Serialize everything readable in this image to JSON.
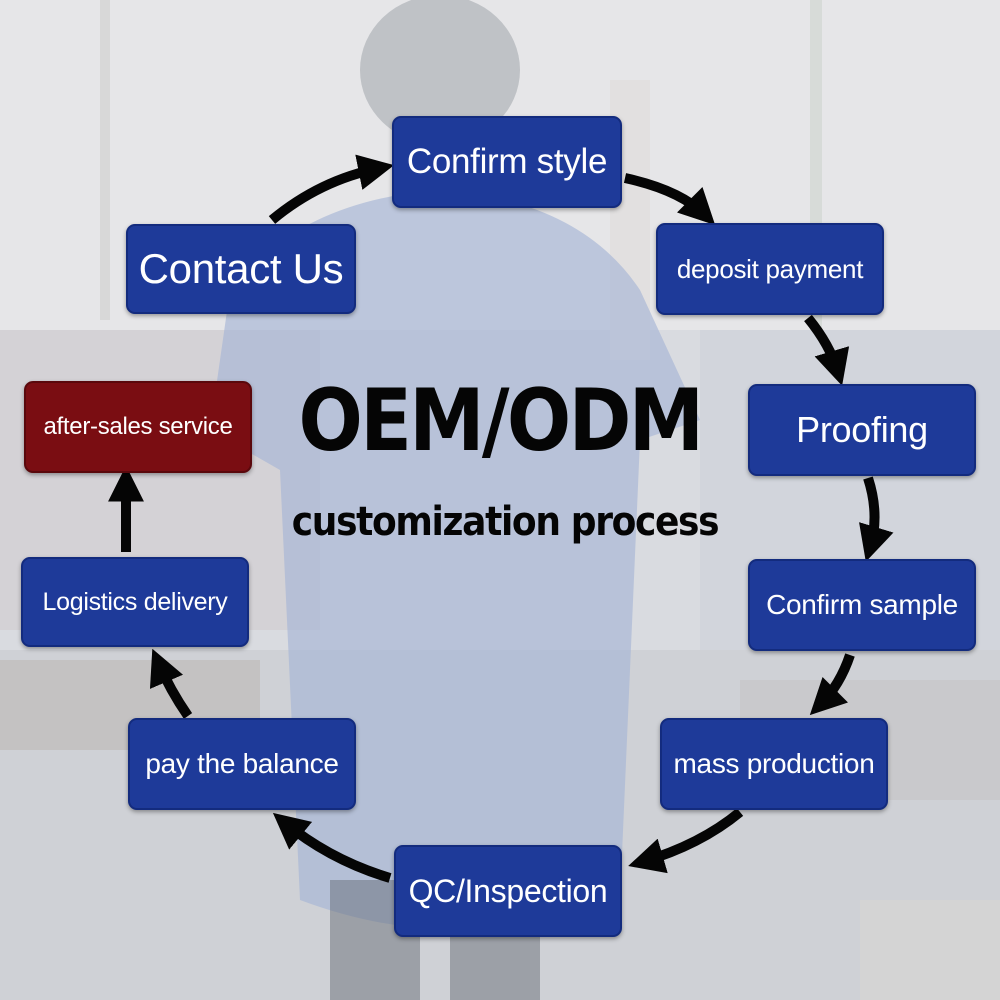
{
  "title": "OEM/ODM",
  "subtitle": "customization process",
  "colors": {
    "step_fill": "#1e3a99",
    "step_alt_fill": "#7a0d12",
    "arrow": "#050505",
    "text": "#ffffff"
  },
  "steps": [
    {
      "label": "Contact Us"
    },
    {
      "label": "Confirm style"
    },
    {
      "label": "deposit payment"
    },
    {
      "label": "Proofing"
    },
    {
      "label": "Confirm sample"
    },
    {
      "label": "mass production"
    },
    {
      "label": "QC/Inspection"
    },
    {
      "label": "pay the balance"
    },
    {
      "label": "Logistics delivery"
    },
    {
      "label": "after-sales service"
    }
  ]
}
